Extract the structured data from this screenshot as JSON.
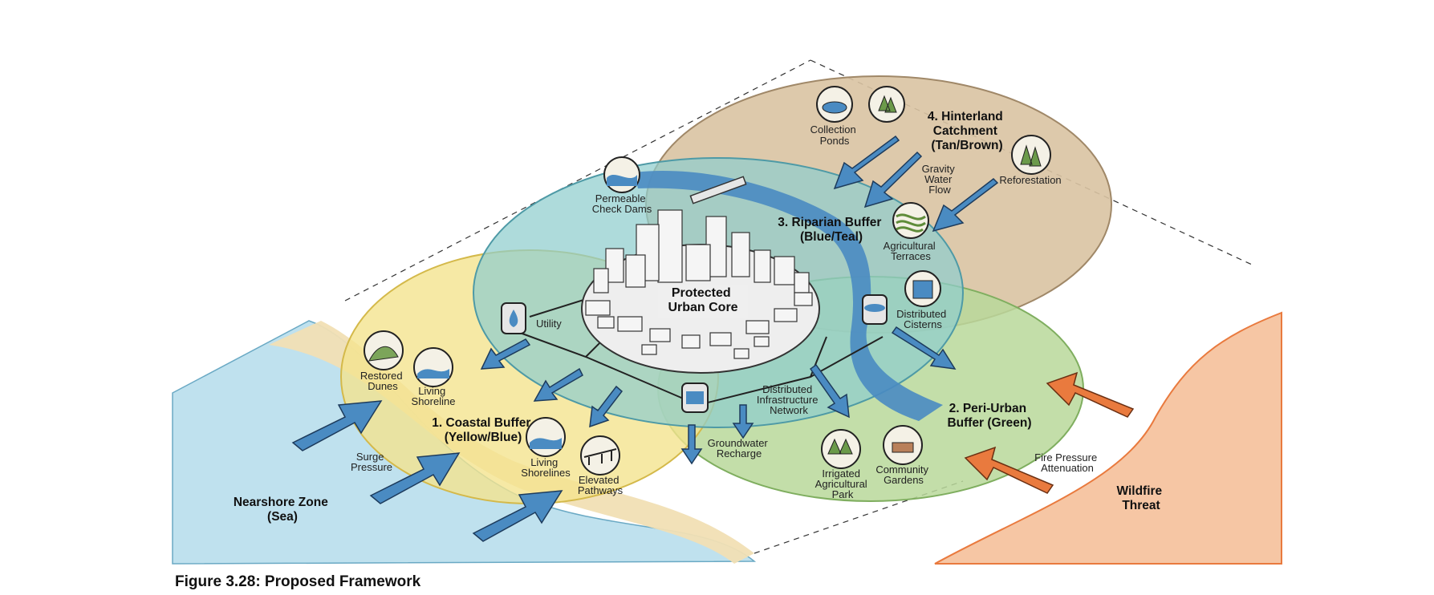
{
  "zones": {
    "coastal": [
      "1. Coastal Buffer",
      "(Yellow/Blue)"
    ],
    "peri_urban": [
      "2. Peri-Urban",
      "Buffer (Green)"
    ],
    "riparian": [
      "3. Riparian Buffer",
      "(Blue/Teal)"
    ],
    "hinterland": [
      "4. Hinterland",
      "Catchment",
      "(Tan/Brown)"
    ],
    "nearshore": [
      "Nearshore Zone",
      "(Sea)"
    ],
    "wildfire": [
      "Wildfire",
      "Threat"
    ]
  },
  "core": [
    "Protected",
    "Urban Core"
  ],
  "labels": {
    "collection_ponds": [
      "Collection",
      "Ponds"
    ],
    "reforestation": [
      "Reforestation"
    ],
    "gravity_water_flow": [
      "Gravity",
      "Water",
      "Flow"
    ],
    "permeable_check_dams": [
      "Permeable",
      "Check Dams"
    ],
    "agricultural_terraces": [
      "Agricultural",
      "Terraces"
    ],
    "distributed_cisterns": [
      "Distributed",
      "Cisterns"
    ],
    "utility": [
      "Utility"
    ],
    "restored_dunes": [
      "Restored",
      "Dunes"
    ],
    "living_shoreline": [
      "Living",
      "Shoreline"
    ],
    "living_shorelines": [
      "Living",
      "Shorelines"
    ],
    "elevated_pathways": [
      "Elevated",
      "Pathways"
    ],
    "surge_pressure": [
      "Surge",
      "Pressure"
    ],
    "distributed_infrastructure_network": [
      "Distributed",
      "Infrastructure",
      "Network"
    ],
    "groundwater_recharge": [
      "Groundwater",
      "Recharge"
    ],
    "irrigated_agricultural_park": [
      "Irrigated",
      "Agricultural",
      "Park"
    ],
    "community_gardens": [
      "Community",
      "Gardens"
    ],
    "fire_pressure_attenuation": [
      "Fire Pressure",
      "Attenuation"
    ]
  },
  "caption": "Figure 3.28: Proposed Framework",
  "colors": {
    "sea": "#bfe1ee",
    "sand": "#f1dfb4",
    "coastal_buffer": "#f4e38f",
    "riparian_buffer": "#8fcdcd",
    "peri_urban_buffer": "#b8d89a",
    "hinterland": "#d9c3a2",
    "wildfire": "#f6c6a4",
    "river": "#4a8bc2",
    "arrow_blue": "#4a8bc2",
    "arrow_orange": "#e97a3e"
  }
}
